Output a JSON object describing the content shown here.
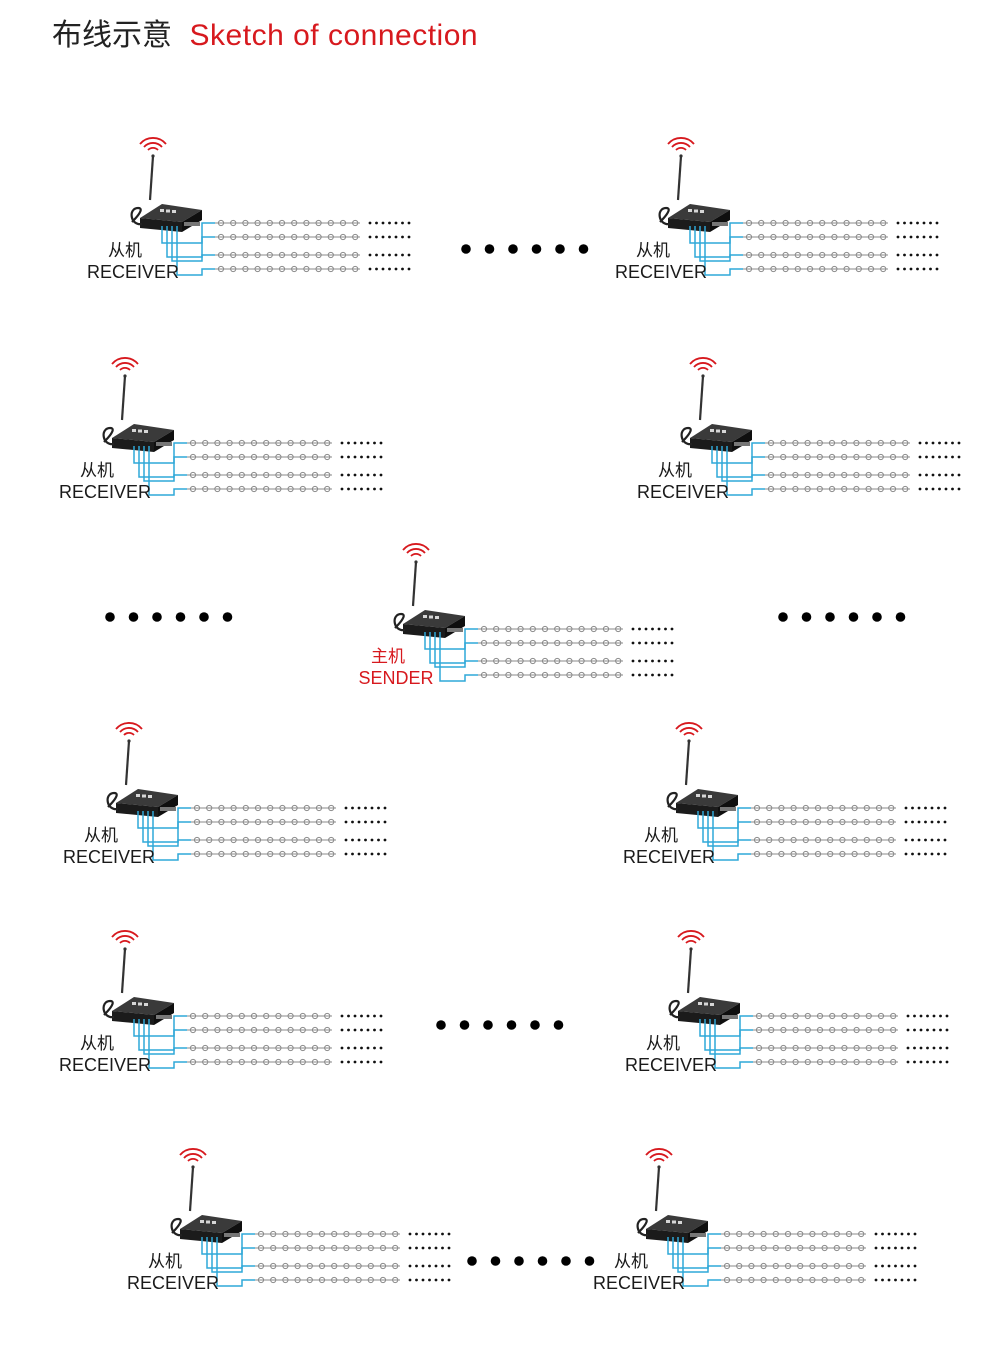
{
  "title": {
    "chinese": "布线示意",
    "english": "Sketch of connection"
  },
  "labels": {
    "receiver_cn": "从机",
    "receiver_en": "RECEIVER",
    "sender_cn": "主机",
    "sender_en": "SENDER"
  },
  "colors": {
    "title_text": "#222222",
    "accent_red": "#d7191e",
    "wire_cyan": "#2fa8d8",
    "label_text": "#1a1a1a",
    "device_body": "#1b1b1b",
    "light_string": "#8a8a8a"
  },
  "units": [
    {
      "role": "receiver"
    },
    {
      "role": "receiver"
    },
    {
      "role": "receiver"
    },
    {
      "role": "receiver"
    },
    {
      "role": "sender"
    },
    {
      "role": "receiver"
    },
    {
      "role": "receiver"
    },
    {
      "role": "receiver"
    },
    {
      "role": "receiver"
    },
    {
      "role": "receiver"
    },
    {
      "role": "receiver"
    }
  ],
  "continuation_marks": [
    {
      "row": 1
    },
    {
      "row": 3
    },
    {
      "row": 3
    },
    {
      "row": 5
    },
    {
      "row": 6
    }
  ]
}
